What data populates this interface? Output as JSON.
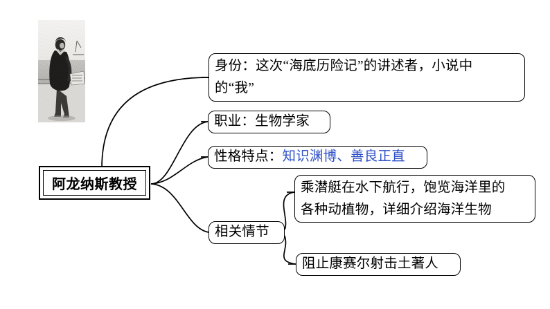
{
  "document": {
    "type": "mind-map",
    "title_node": "阿龙纳斯教授",
    "background_color": "#ffffff",
    "line_color": "#000000",
    "accent_color": "#2d4fc8"
  },
  "illustration": {
    "name": "engraving-man-standing",
    "description": "黑白版画：一位身穿长外套的男子站立远眺"
  },
  "root": {
    "label": "阿龙纳斯教授"
  },
  "branches": [
    {
      "id": "identity",
      "label": "身份：这次“海底历险记”的讲述者，小说中的“我”",
      "line1": "身份：这次“海底历险记”的讲述者，小说中",
      "line2": "的“我”"
    },
    {
      "id": "occupation",
      "label": "职业：生物学家"
    },
    {
      "id": "traits",
      "label_prefix": "性格特点：",
      "label_accent": "知识渊博、善良正直"
    },
    {
      "id": "plot",
      "label": "相关情节",
      "children": [
        {
          "id": "plot-voyage",
          "label": "乘潜艇在水下航行，饱览海洋里的各种动植物，详细介绍海洋生物",
          "line1": "乘潜艇在水下航行，饱览海洋里的",
          "line2": "各种动植物，详细介绍海洋生物"
        },
        {
          "id": "plot-stop",
          "label": "阻止康赛尔射击土著人"
        }
      ]
    }
  ]
}
